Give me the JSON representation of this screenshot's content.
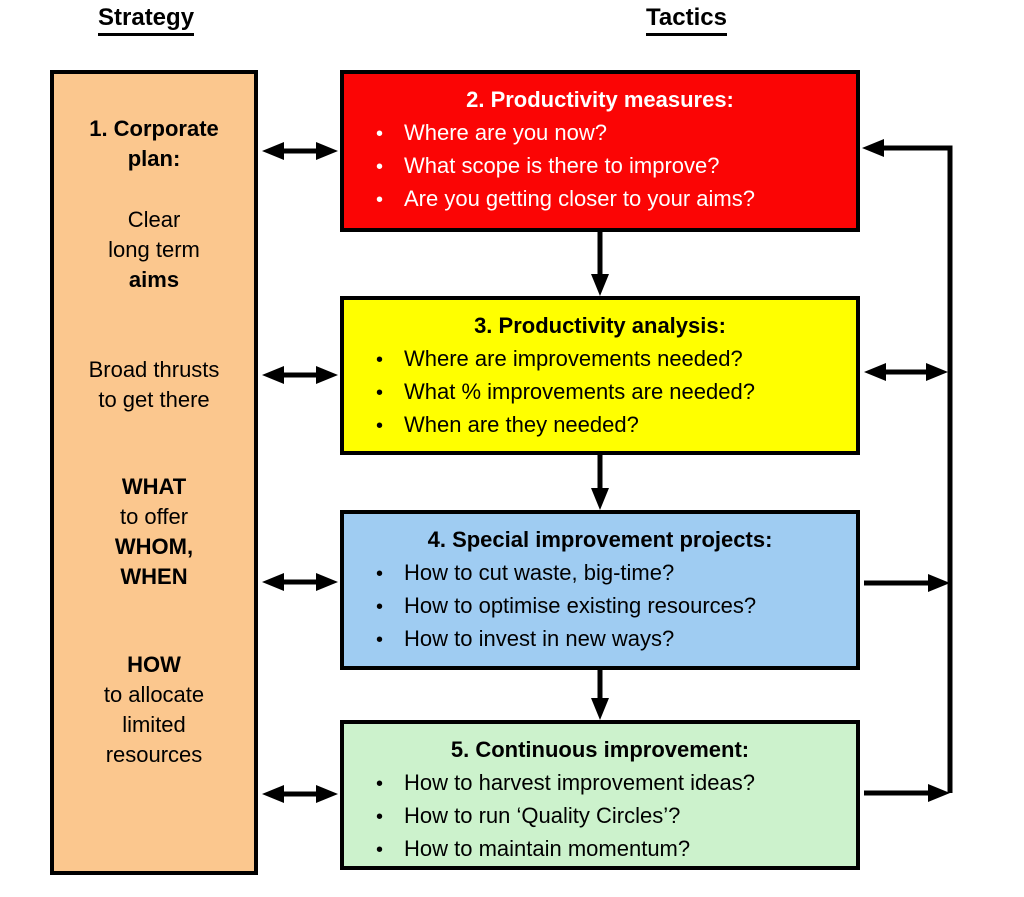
{
  "headers": {
    "strategy": "Strategy",
    "tactics": "Tactics"
  },
  "bullet_glyph": "•",
  "colors": {
    "strategy_fill": "#FBC78E",
    "box2_fill": "#FB0505",
    "box3_fill": "#FFFF00",
    "box4_fill": "#9FCCF2",
    "box5_fill": "#CCF2CC",
    "line_color": "#000000"
  },
  "strategy_box": {
    "groups": [
      {
        "lines": [
          "1. Corporate",
          "plan:"
        ]
      },
      {
        "lines": [
          "Clear",
          "long term",
          "aims"
        ]
      },
      {
        "lines": [
          "Broad thrusts",
          "to get there"
        ]
      },
      {
        "lines": [
          "WHAT",
          "to offer",
          "WHOM,",
          "WHEN"
        ]
      },
      {
        "lines": [
          "HOW",
          "to allocate",
          "limited",
          "resources"
        ]
      }
    ]
  },
  "tactics_boxes": [
    {
      "title": "2. Productivity measures:",
      "bullets": [
        "Where are you now?",
        "What scope is there to improve?",
        "Are you getting closer to your aims?"
      ]
    },
    {
      "title": "3. Productivity analysis:",
      "bullets": [
        "Where are improvements needed?",
        "What % improvements are needed?",
        "When are they needed?"
      ]
    },
    {
      "title": "4. Special improvement projects:",
      "bullets": [
        "How to cut waste, big-time?",
        "How to optimise existing resources?",
        "How to invest in new ways?"
      ]
    },
    {
      "title": "5. Continuous improvement:",
      "bullets": [
        "How to harvest improvement ideas?",
        "How to run ‘Quality Circles’?",
        "How to maintain momentum?"
      ]
    }
  ]
}
